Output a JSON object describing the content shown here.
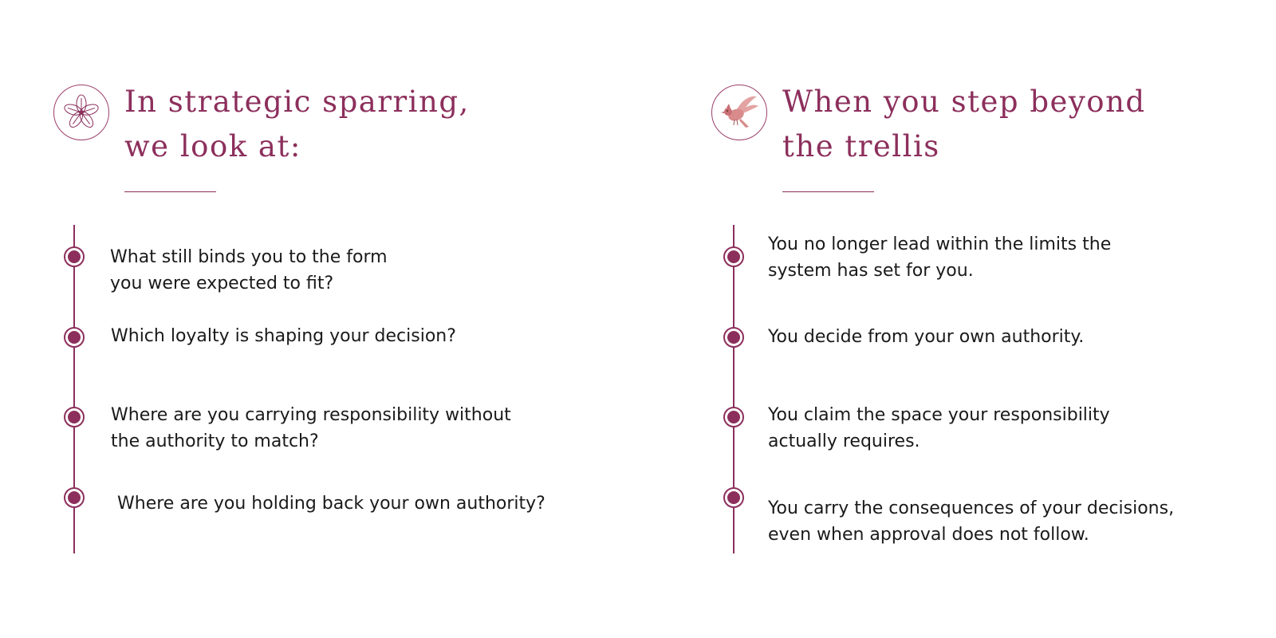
{
  "left_panel": {
    "icon": "flower-icon",
    "heading_lines": [
      "In strategic sparring,",
      "we look at:"
    ],
    "items": [
      "What still binds you to the form\nyou were expected to fit?",
      "Which loyalty is shaping your decision?",
      "Where are you carrying responsibility without\nthe authority to match?",
      "Where are you holding back your own authority?"
    ]
  },
  "right_panel": {
    "icon": "bird-icon",
    "heading_lines": [
      "When you step beyond",
      "the trellis"
    ],
    "items": [
      "You no longer lead within the limits the\nsystem has set for you.",
      "You decide from your own authority.",
      "You claim the space your responsibility\nactually requires.",
      "You carry the consequences of your decisions,\neven when approval does not follow."
    ]
  },
  "colors": {
    "accent": "#8c2f5c",
    "bird": "#d98a8a",
    "text": "#1a1a1a",
    "background": "#ffffff"
  }
}
